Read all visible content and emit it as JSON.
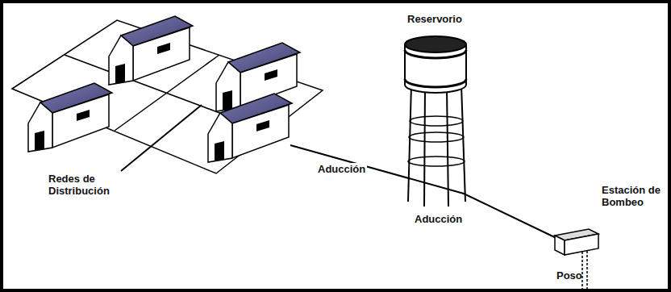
{
  "diagram": {
    "labels": [
      "Reservorio",
      "Redes de Distribución",
      "Aducción",
      "Aducción",
      "Estación de Bombeo",
      "Poso"
    ]
  }
}
